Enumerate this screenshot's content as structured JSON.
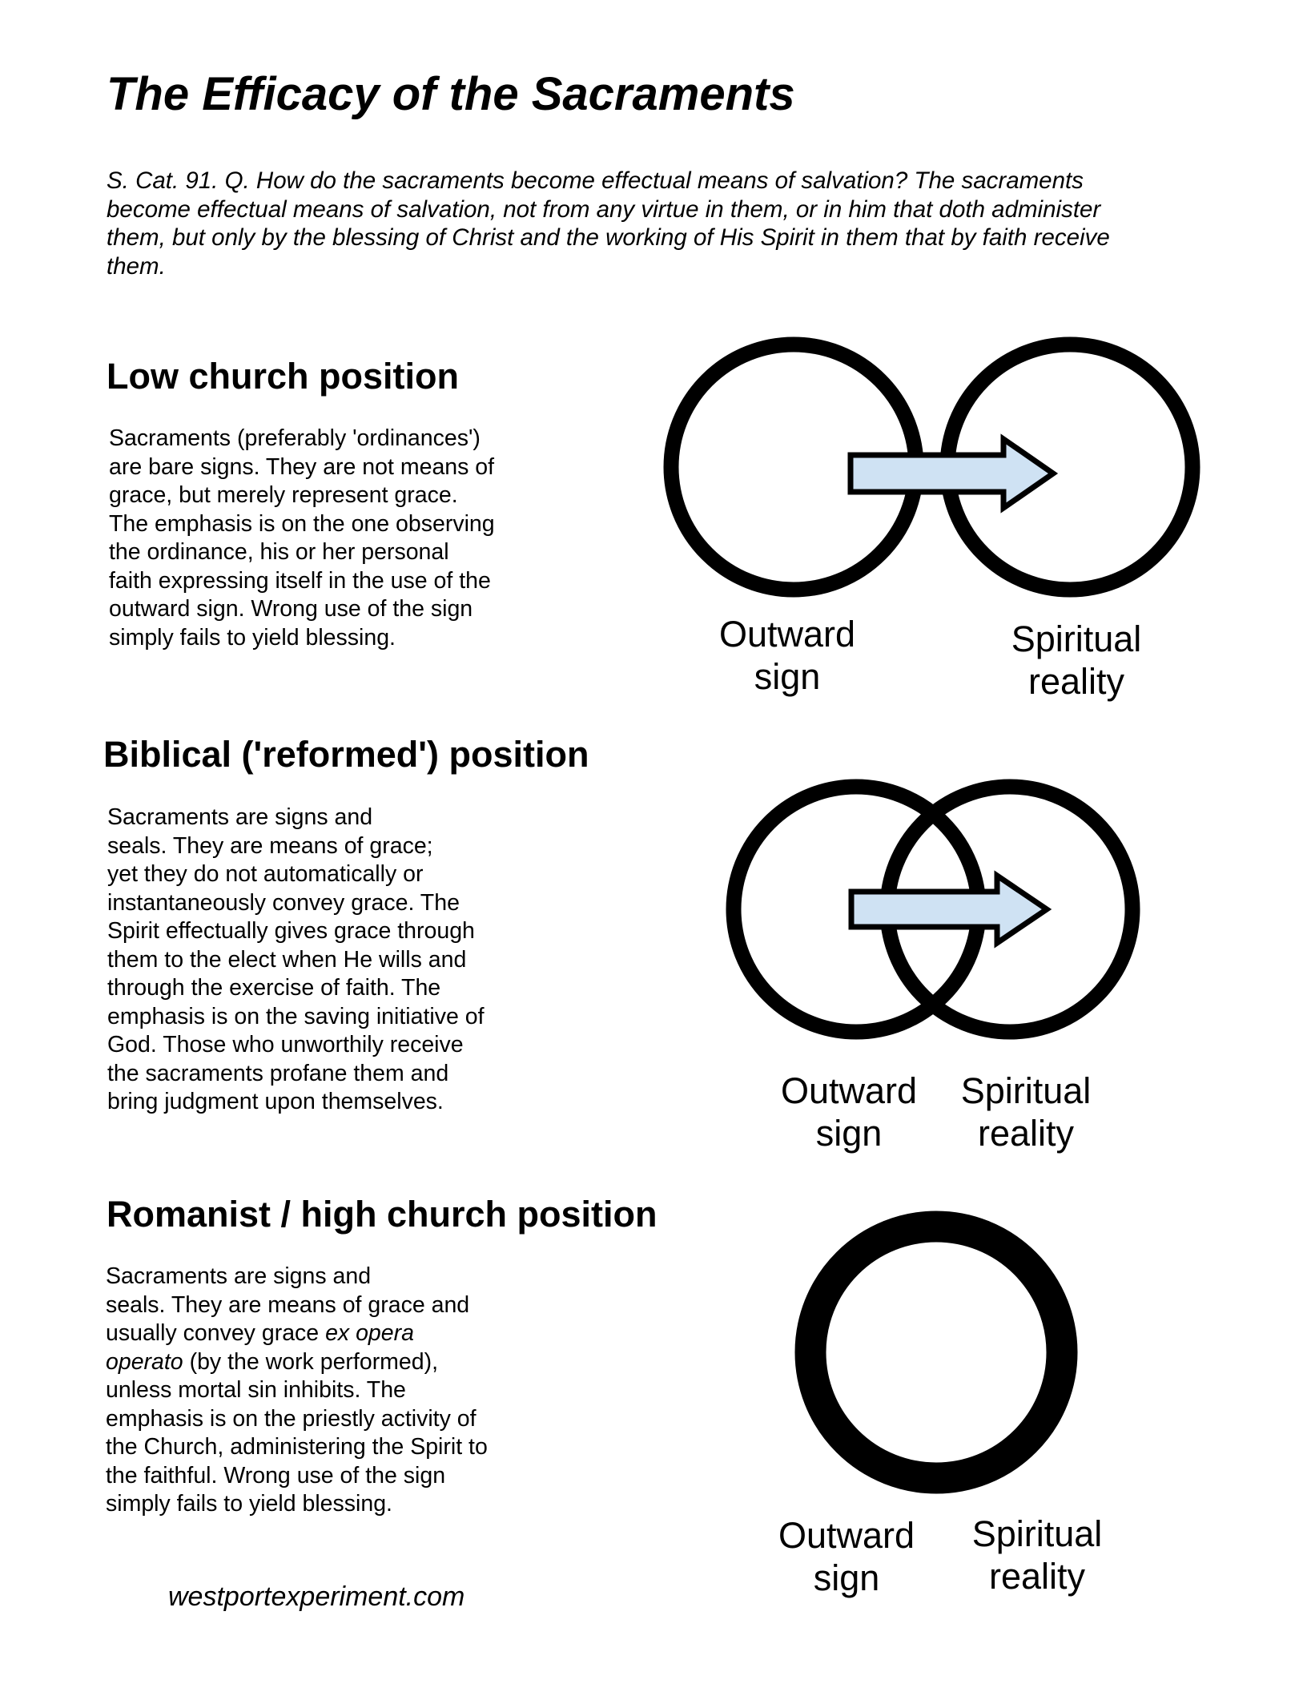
{
  "title": "The Efficacy of the Sacraments",
  "catechism": [
    "S. Cat. 91. Q. How do the sacraments become effectual means of salvation? The sacraments",
    "become effectual means of salvation, not from any virtue in them, or in him that doth administer",
    "them, but only by the blessing of Christ and the working of His Spirit in them that by faith receive",
    "them."
  ],
  "sections": [
    {
      "heading": "Low church position",
      "lines": [
        "Sacraments (preferably 'ordinances')",
        "are bare signs. They are not means of",
        "grace, but merely represent grace.",
        "The emphasis is on the one observing",
        "the ordinance, his or her personal",
        "faith expressing itself in the use of the",
        "outward sign. Wrong use of the sign",
        "simply fails to yield blessing."
      ],
      "label_left": [
        "Outward",
        "sign"
      ],
      "label_right": [
        "Spiritual",
        "reality"
      ]
    },
    {
      "heading": "Biblical ('reformed') position",
      "lines": [
        "Sacraments are signs and",
        "seals. They are means of grace;",
        "yet they do not automatically or",
        "instantaneously convey grace. The",
        "Spirit effectually gives grace through",
        "them to the elect when He wills and",
        "through the exercise of faith. The",
        "emphasis is on the saving initiative of",
        "God. Those who unworthily receive",
        "the sacraments profane them and",
        "bring judgment upon themselves."
      ],
      "label_left": [
        "Outward",
        "sign"
      ],
      "label_right": [
        "Spiritual",
        "reality"
      ]
    },
    {
      "heading": "Romanist / high church position",
      "lines": [
        "Sacraments are signs and",
        "seals. They are means of grace and",
        "usually convey grace ",
        "ex opera",
        "operato",
        " (by the work performed),",
        "unless mortal sin inhibits. The",
        "emphasis is on the priestly activity of",
        "the Church, administering the Spirit to",
        "the faithful. Wrong use of the sign",
        "simply fails to yield blessing."
      ],
      "label_left": [
        "Outward",
        "sign"
      ],
      "label_right": [
        "Spiritual",
        "reality"
      ]
    }
  ],
  "footer": "westportexperiment.com",
  "colors": {
    "arrow_fill": "#cfe2f3",
    "stroke": "#000000"
  }
}
